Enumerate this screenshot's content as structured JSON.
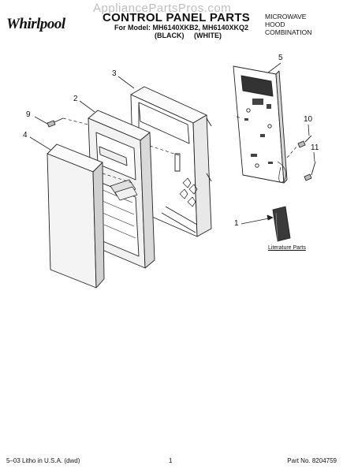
{
  "header": {
    "brand": "Whirlpool",
    "watermark": "AppliancePartsPros.com",
    "title": "CONTROL PANEL PARTS",
    "model_line": "For Model: MH6140XKB2, MH6140XKQ2",
    "variant_black": "(BLACK)",
    "variant_white": "(WHITE)",
    "product_type": [
      "MICROWAVE",
      "HOOD",
      "COMBINATION"
    ]
  },
  "callouts": {
    "c1": "1",
    "c2": "2",
    "c3": "3",
    "c4": "4",
    "c5": "5",
    "c9": "9",
    "c10": "10",
    "c11": "11"
  },
  "literature_label": "Literature Parts",
  "footer": {
    "left": "5–03 Litho in U.S.A. (dwd)",
    "center": "1",
    "right": "Part No. 8204759"
  },
  "colors": {
    "line": "#222222",
    "watermark": "#bdbdbd"
  }
}
